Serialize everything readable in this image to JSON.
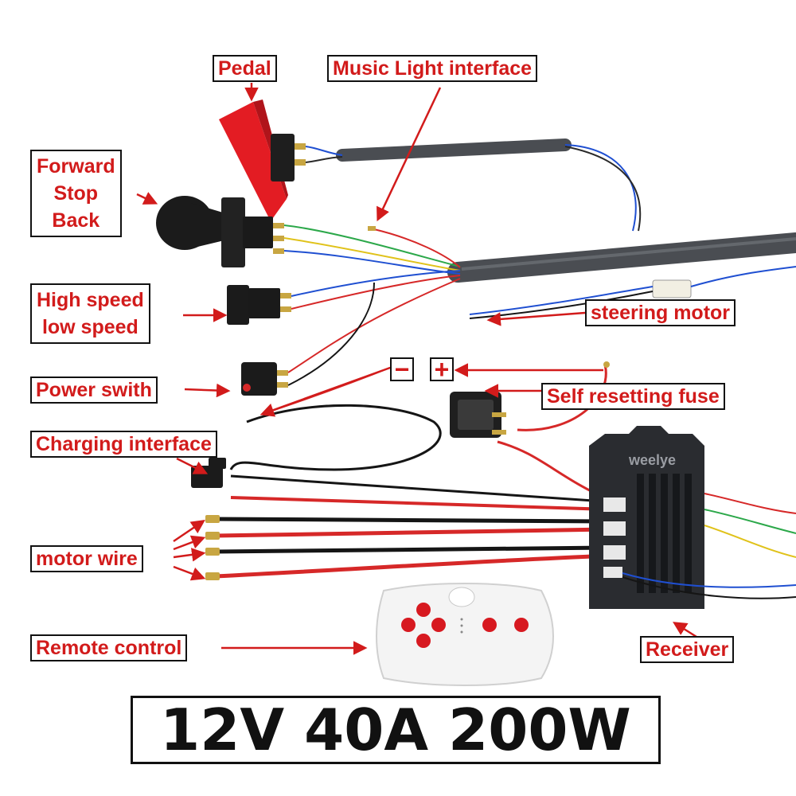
{
  "labels": {
    "pedal": "Pedal",
    "music_light": "Music Light interface",
    "direction": [
      "Forward",
      "Stop",
      "Back"
    ],
    "speed": [
      "High speed",
      "low speed"
    ],
    "steering_motor": "steering motor",
    "power_switch": "Power swith",
    "minus": "−",
    "plus": "+",
    "fuse": "Self resetting fuse",
    "charging": "Charging interface",
    "motor_wire": "motor wire",
    "remote": "Remote control",
    "receiver": "Receiver",
    "receiver_brand": "weelye"
  },
  "spec": "12V 40A 200W",
  "colors": {
    "label_text": "#d21b1b",
    "arrow": "#d21b1b",
    "cable": "#4a4d52",
    "wire_red": "#d62828",
    "wire_black": "#151515",
    "wire_blue": "#1f4fd1",
    "pedal": "#e31c23",
    "receiver_body": "#2a2c30"
  },
  "icons": [
    "pedal-icon",
    "shift-knob-icon",
    "rocker-switch-icon",
    "power-switch-icon",
    "charging-port-icon",
    "fuse-icon",
    "receiver-box-icon",
    "remote-control-icon",
    "terminal-icon"
  ]
}
